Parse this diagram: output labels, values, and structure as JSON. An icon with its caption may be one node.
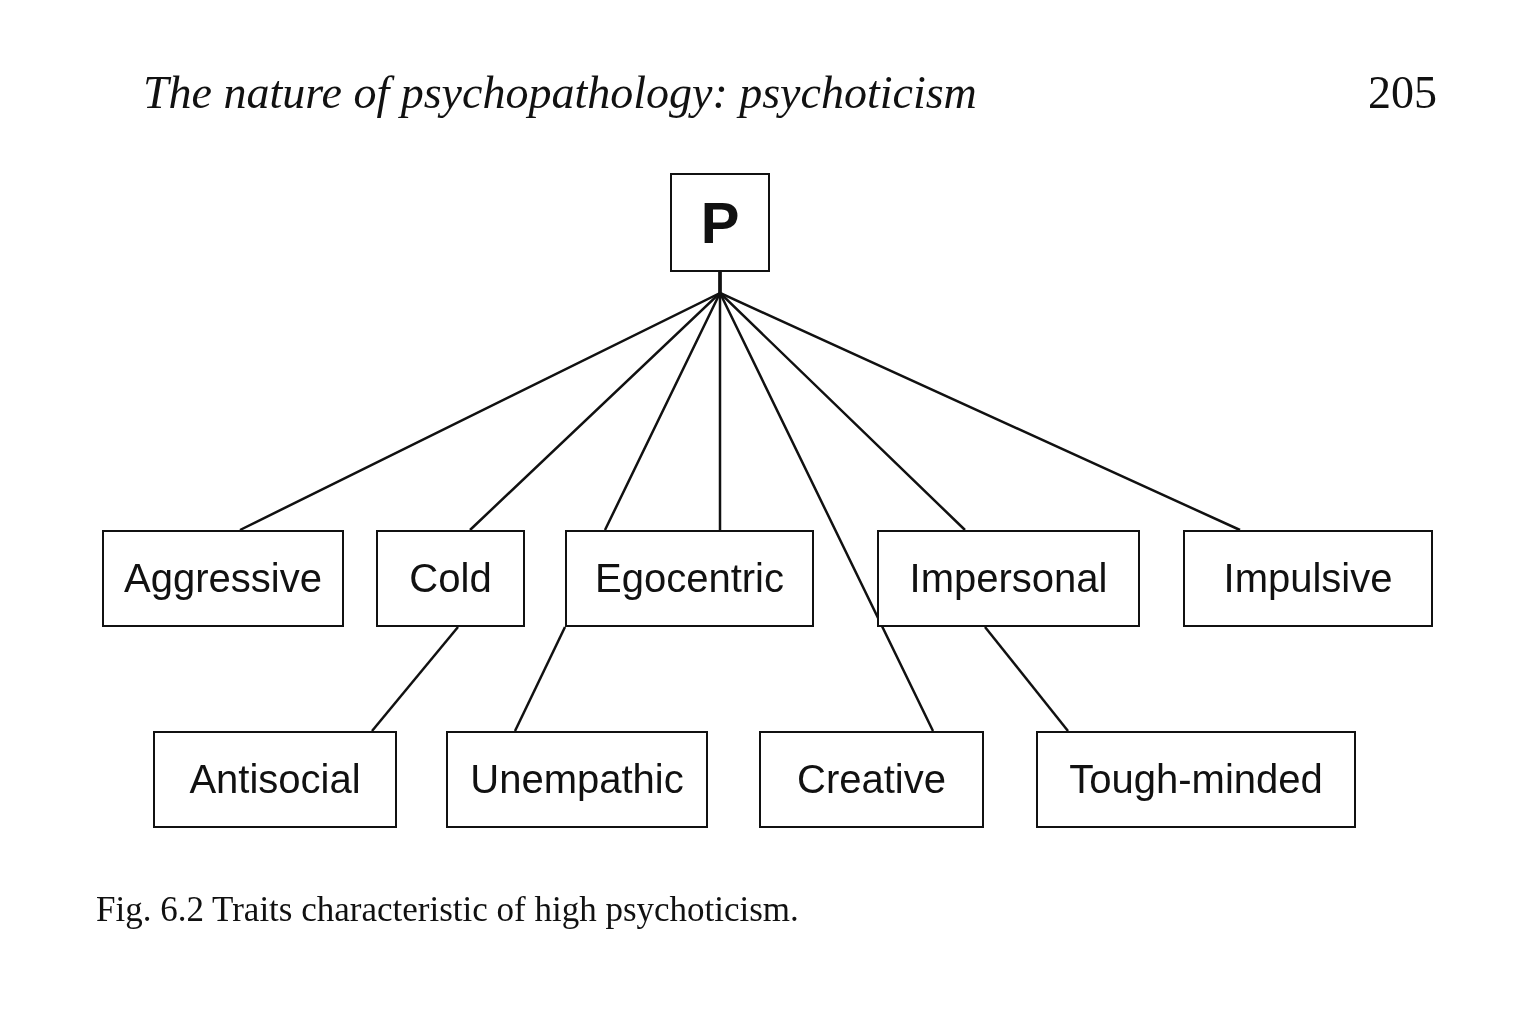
{
  "diagram": {
    "title": "The nature of psychopathology: psychoticism",
    "caption": "Fig. 6.2 Traits characteristic of high psychoticism.",
    "nodes": [
      {
        "text": [
          "P"
        ]
      },
      {
        "text": [
          "Aggressive"
        ]
      },
      {
        "text": [
          "Cold"
        ]
      },
      {
        "text": [
          "Egocentric"
        ]
      },
      {
        "text": [
          "Impersonal"
        ]
      },
      {
        "text": [
          "Impulsive"
        ]
      },
      {
        "text": [
          "Antisocial"
        ]
      },
      {
        "text": [
          "Unempathic"
        ]
      },
      {
        "text": [
          "Creative"
        ]
      },
      {
        "text": [
          "Tough-minded"
        ]
      }
    ],
    "edges": [
      {
        "from": 0,
        "to": 1,
        "arrow": "none"
      },
      {
        "from": 0,
        "to": 2,
        "arrow": "none"
      },
      {
        "from": 2,
        "to": 6,
        "arrow": "none"
      },
      {
        "from": 0,
        "to": 3,
        "arrow": "none"
      },
      {
        "from": 3,
        "to": 7,
        "arrow": "none"
      },
      {
        "from": 0,
        "to": 3,
        "arrow": "none"
      },
      {
        "from": 0,
        "to": 8,
        "arrow": "none"
      },
      {
        "from": 0,
        "to": 4,
        "arrow": "none"
      },
      {
        "from": 4,
        "to": 9,
        "arrow": "none"
      },
      {
        "from": 0,
        "to": 5,
        "arrow": "none"
      }
    ],
    "labels": [
      "205"
    ]
  }
}
